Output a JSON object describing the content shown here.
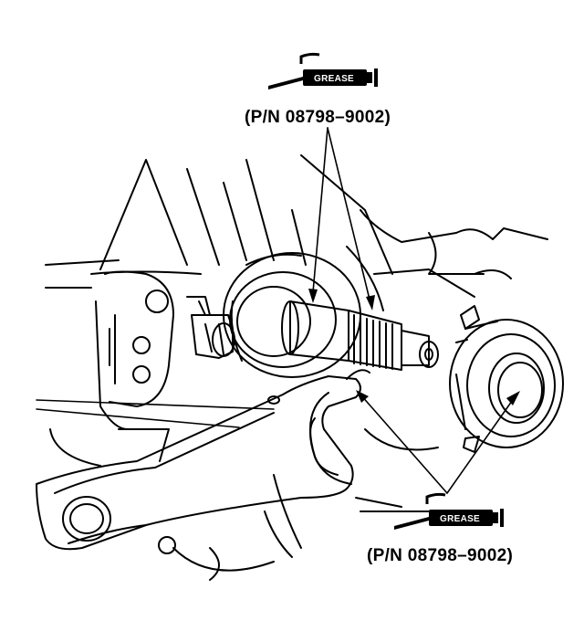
{
  "callouts": {
    "top_part_number": "(P/N 08798–9002)",
    "bottom_part_number": "(P/N 08798–9002)"
  },
  "grease_guns": {
    "top_label": "GREASE",
    "bottom_label": "GREASE"
  },
  "icons": [
    "grease-gun-icon",
    "grease-gun-icon"
  ]
}
